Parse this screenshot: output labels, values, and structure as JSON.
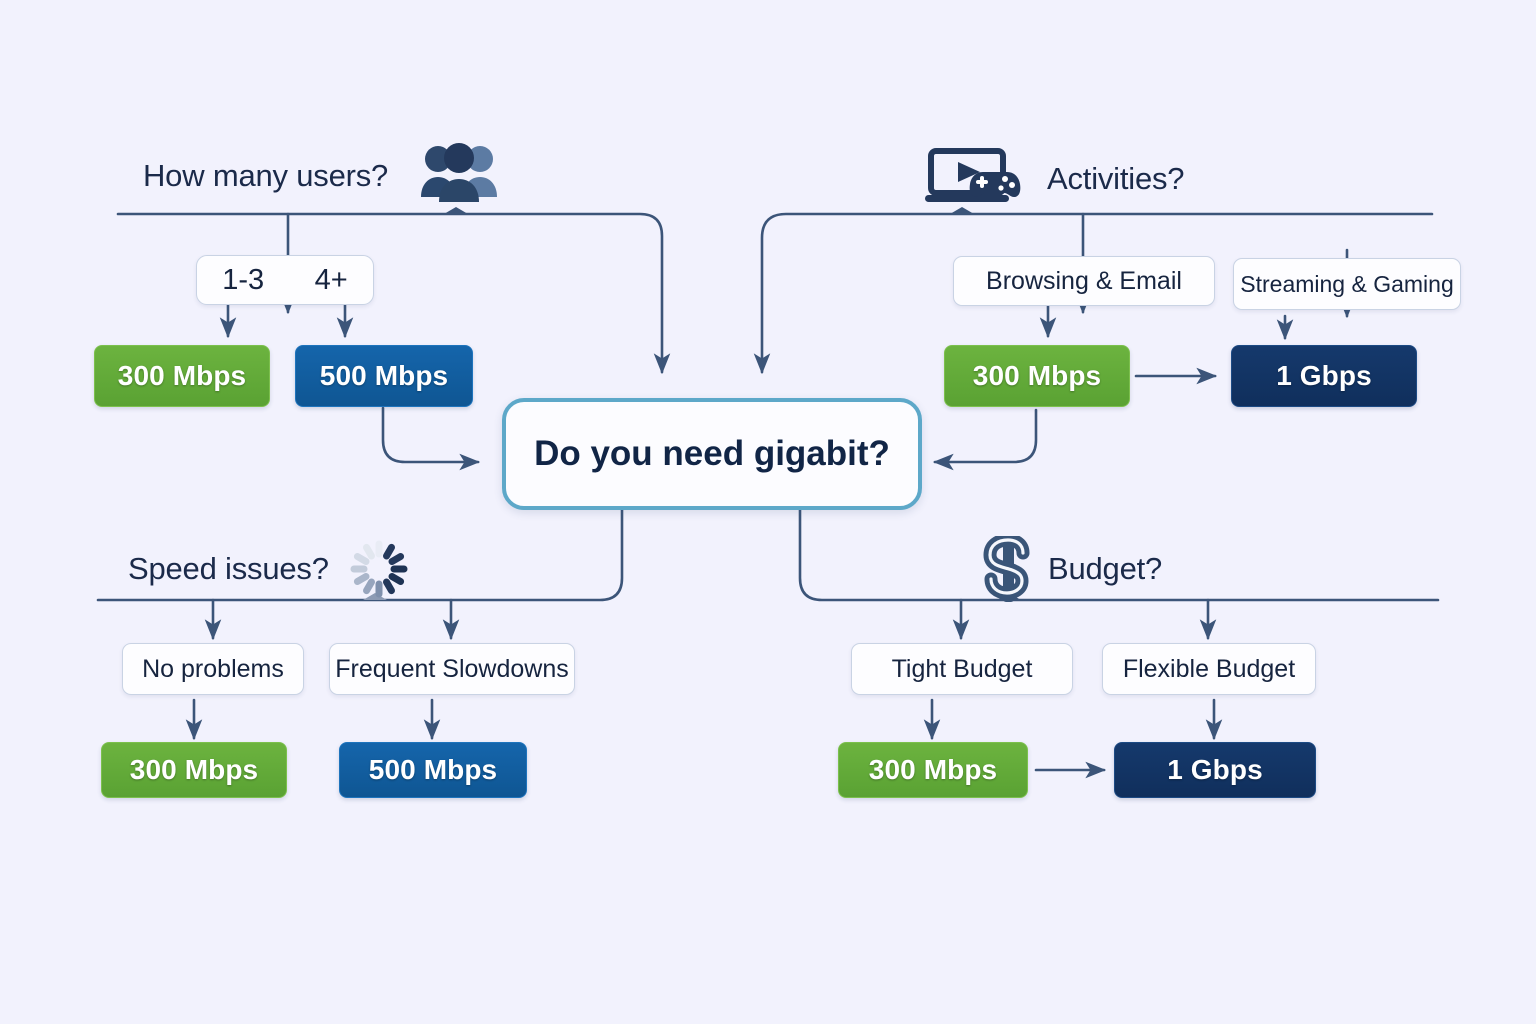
{
  "background_color": "#f2f2fd",
  "central": {
    "label": "Do you need gigabit?",
    "border_color": "#5da8c9"
  },
  "colors": {
    "green": "#6cb33f",
    "blue": "#1565ab",
    "navy": "#15396c",
    "wire": "#3c5579",
    "text_dark": "#16243f"
  },
  "quadrants": {
    "top_left": {
      "question": "How many users?",
      "icon": "people-icon",
      "options_chip": {
        "left": "1-3",
        "right": "4+"
      },
      "results": [
        {
          "label": "300 Mbps",
          "style": "green"
        },
        {
          "label": "500 Mbps",
          "style": "blue"
        }
      ]
    },
    "top_right": {
      "question": "Activities?",
      "icon": "laptop-gamepad-icon",
      "options": [
        {
          "label": "Browsing & Email"
        },
        {
          "label": "Streaming & Gaming"
        }
      ],
      "results": [
        {
          "label": "300 Mbps",
          "style": "green"
        },
        {
          "label": "1 Gbps",
          "style": "navy"
        }
      ]
    },
    "bottom_left": {
      "question": "Speed issues?",
      "icon": "spinner-icon",
      "options": [
        {
          "label": "No problems"
        },
        {
          "label": "Frequent Slowdowns"
        }
      ],
      "results": [
        {
          "label": "300 Mbps",
          "style": "green"
        },
        {
          "label": "500 Mbps",
          "style": "blue"
        }
      ]
    },
    "bottom_right": {
      "question": "Budget?",
      "icon": "dollar-icon",
      "options": [
        {
          "label": "Tight Budget"
        },
        {
          "label": "Flexible Budget"
        }
      ],
      "results": [
        {
          "label": "300 Mbps",
          "style": "green"
        },
        {
          "label": "1 Gbps",
          "style": "navy"
        }
      ]
    }
  }
}
